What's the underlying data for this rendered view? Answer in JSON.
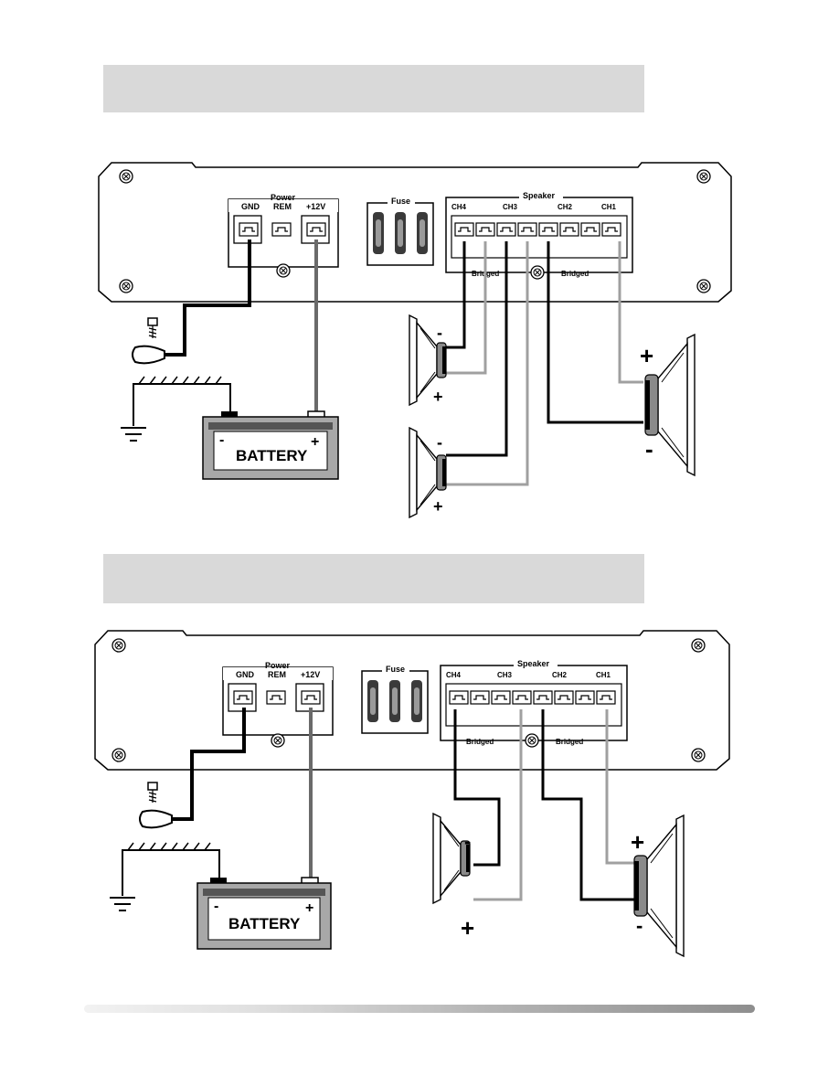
{
  "labels": {
    "power": "Power",
    "gnd": "GND",
    "rem": "REM",
    "v12": "+12V",
    "fuse": "Fuse",
    "speaker": "Speaker",
    "ch4": "CH4",
    "ch3": "CH3",
    "ch2": "CH2",
    "ch1": "CH1",
    "bridged": "Bridged",
    "battery": "BATTERY",
    "minus": "-",
    "plus": "+"
  },
  "diagrams": [
    {
      "heading": "",
      "speaker_count": 3
    },
    {
      "heading": "",
      "speaker_count": 2
    }
  ],
  "colors": {
    "wire_black": "#000000",
    "wire_gray": "#a0a0a0",
    "wire_dark_gray": "#6a6a6a",
    "header_gray": "#d9d9d9"
  }
}
